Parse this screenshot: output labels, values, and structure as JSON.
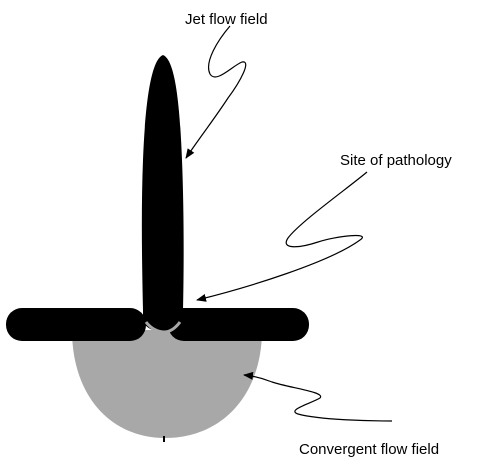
{
  "labels": {
    "jet_flow_field": "Jet flow field",
    "site_of_pathology": "Site of pathology",
    "convergent_flow_field": "Convergent flow field"
  },
  "colors": {
    "jet": "#000000",
    "valve": "#000000",
    "convergence": "#a8a8a8",
    "leader": "#000000",
    "background": "#ffffff"
  }
}
